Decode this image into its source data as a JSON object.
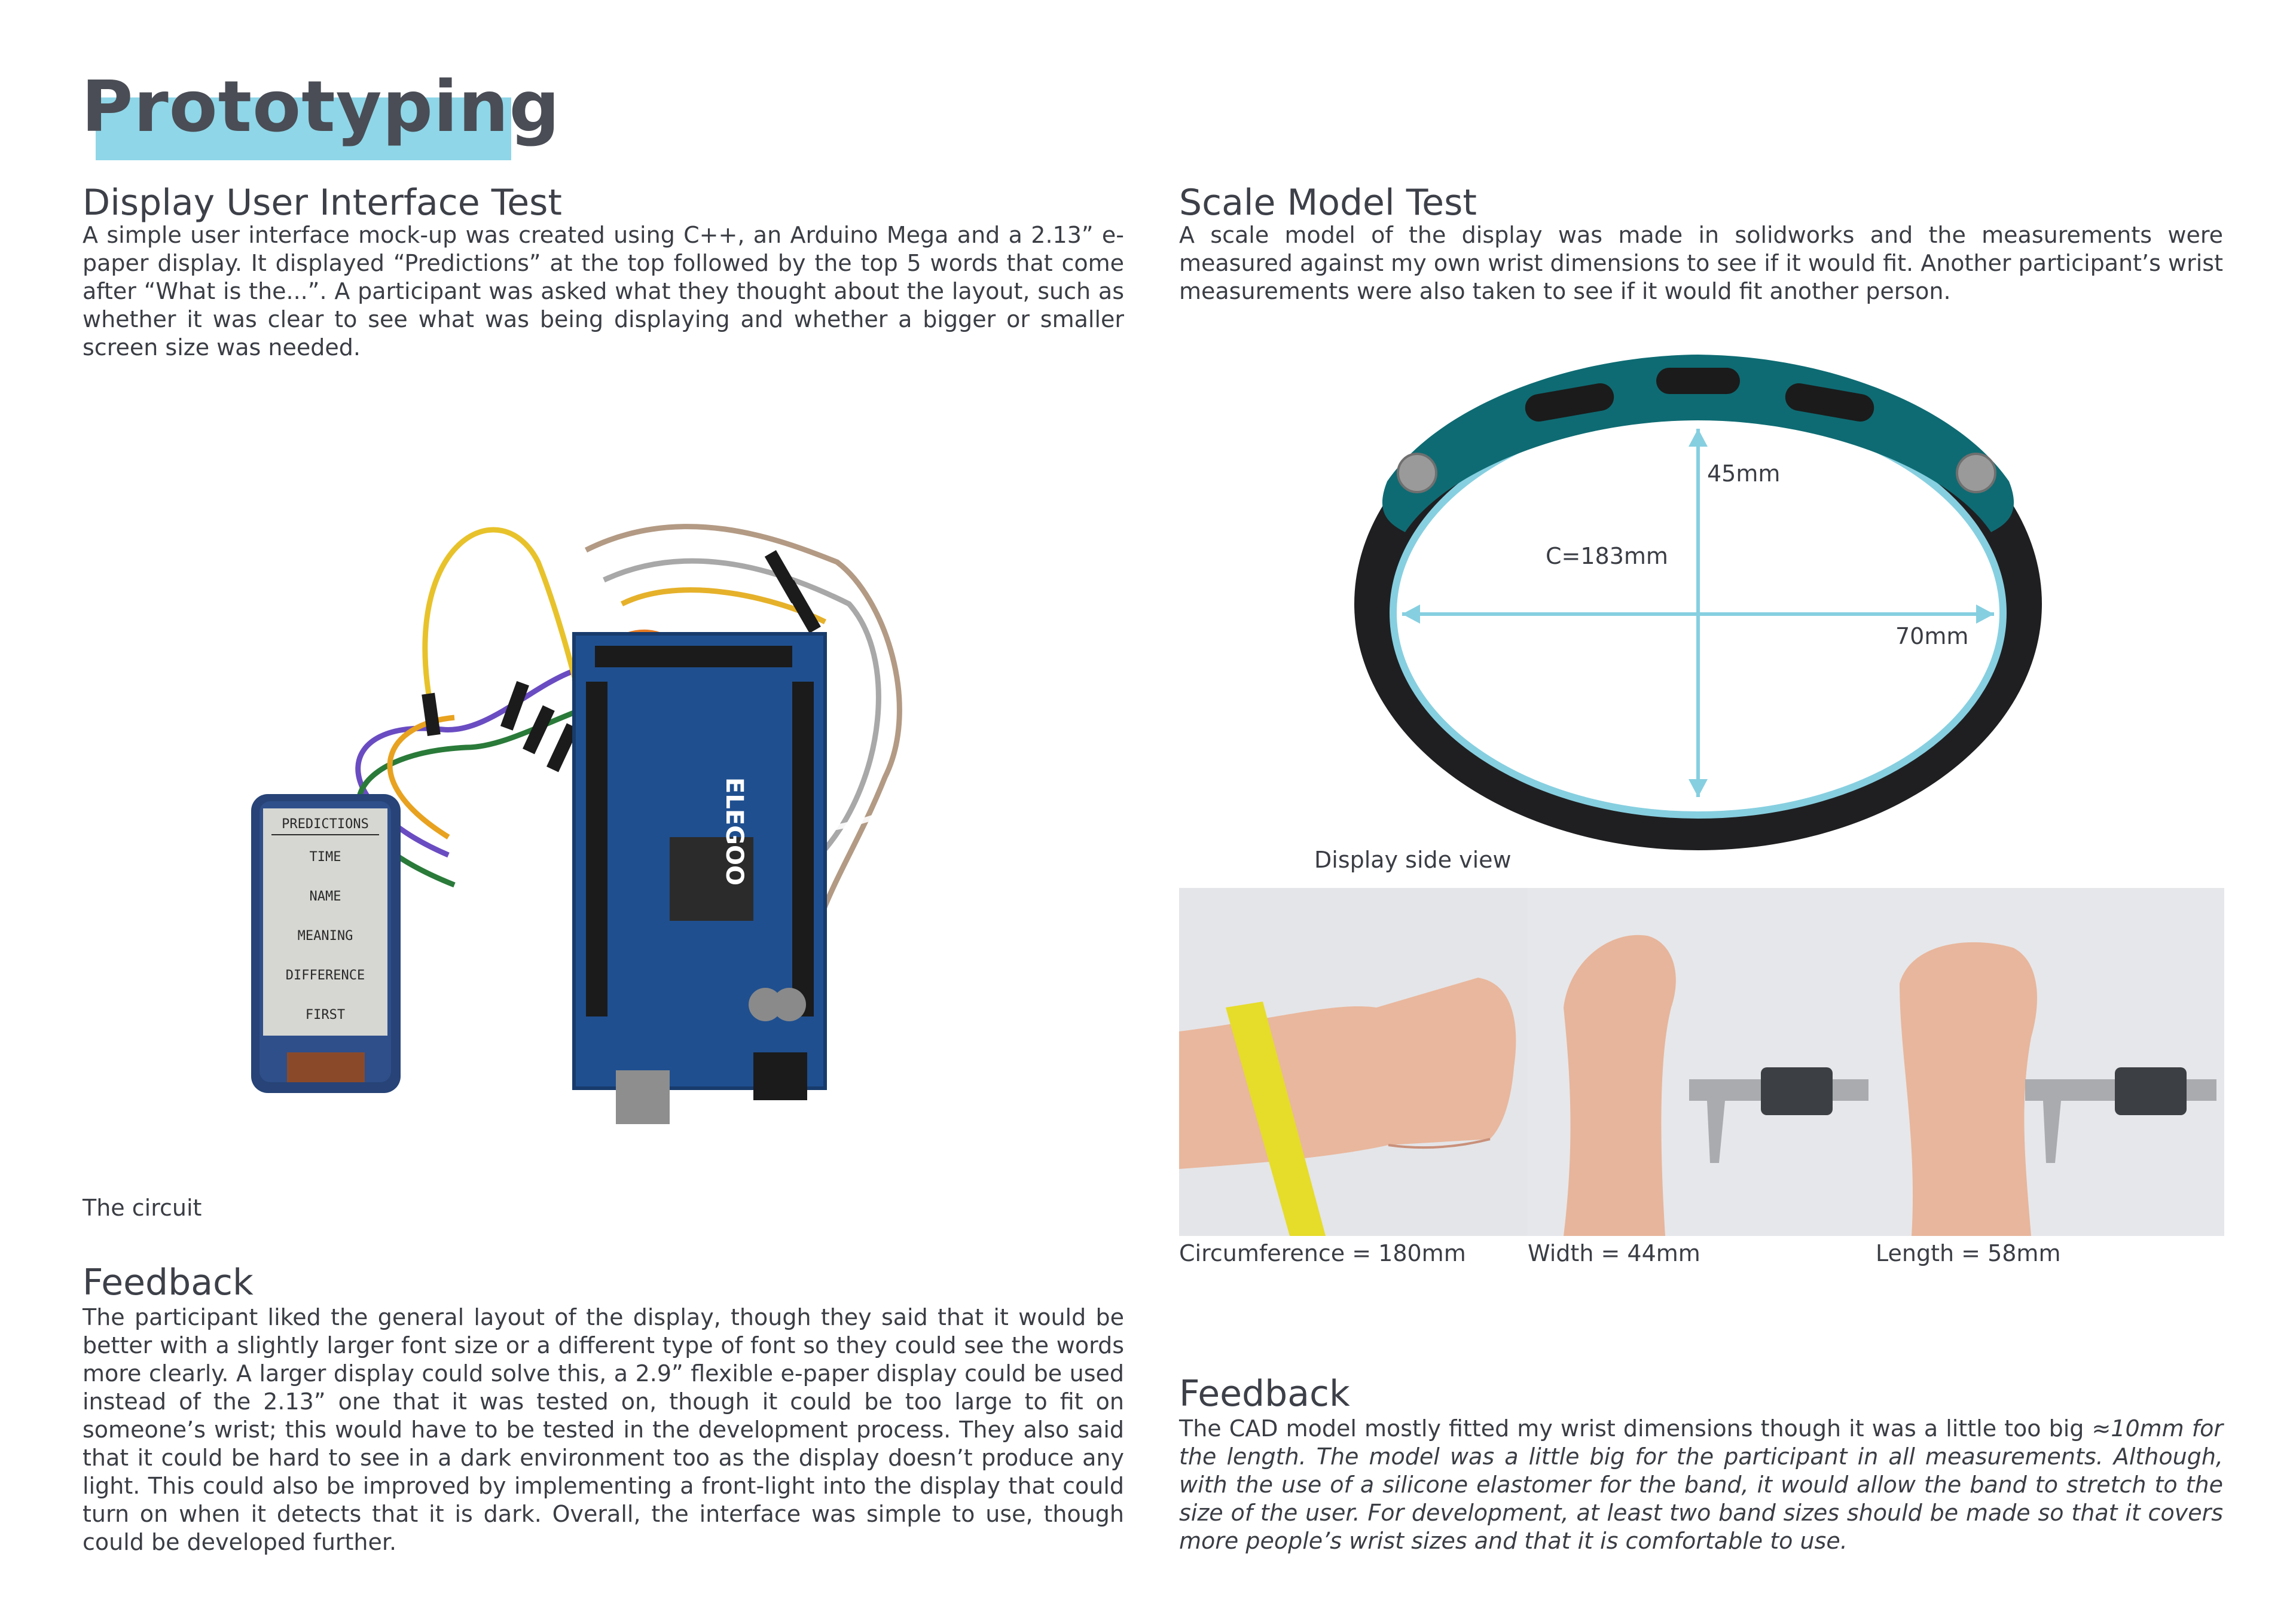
{
  "page_title": "Prototyping",
  "left": {
    "heading": "Display User Interface Test",
    "intro": "A simple user interface mock-up was created using C++, an Arduino Mega and a 2.13” e-paper display. It displayed “Predictions” at the top followed by the top 5 words that come after “What is the...”. A participant was asked what they thought about the layout, such as whether it was clear to see what was being displaying and whether a bigger or smaller screen size was needed.",
    "circuit_caption": "The circuit",
    "display_screen": {
      "header": "PREDICTIONS",
      "words": [
        "TIME",
        "NAME",
        "MEANING",
        "DIFFERENCE",
        "FIRST"
      ]
    },
    "board_label": "ELEGOO",
    "feedback_heading": "Feedback",
    "feedback_text": "The participant liked the general layout of the display, though they said that it would be better with a slightly larger font size or a different type of font so they could see the words more clearly. A larger display could solve this, a 2.9” flexible e-paper display could be used instead of the 2.13” one that it was tested on, though it could be too large to fit on someone’s wrist; this would have to be tested in the development process. They also said that it could be hard to see in a dark environment too as the display doesn’t produce any light. This could also be improved by implementing a front-light into the display that could turn on when it detects that it is dark. Overall, the interface was simple to use, though could be developed further."
  },
  "right": {
    "heading": "Scale Model Test",
    "intro": "A scale model of the display was made in solidworks and the measurements were measured against my own wrist dimensions to see if it would fit. Another participant’s wrist measurements were also taken to see if it would fit another person.",
    "diagram": {
      "height_label": "45mm",
      "circumference_label": "C=183mm",
      "width_label": "70mm",
      "caption": "Display side view"
    },
    "photo_captions": [
      "Circumference = 180mm",
      "Width = 44mm",
      "Length = 58mm"
    ],
    "feedback_heading": "Feedback",
    "feedback_plain": "The CAD model mostly fitted my wrist dimensions though it was a little too big ",
    "feedback_italic": "≈10mm for the length. The model was a little big for the participant in all measurements. Although, with the use of a silicone elastomer for the band, it would allow the band to stretch to the size of the user. For development, at least two band sizes should be made so that it covers more people’s wrist sizes and that it is comfortable to use."
  },
  "colors": {
    "accent_bar": "#8fd6e8",
    "band_teal": "#0e6b73",
    "band_black": "#1f1f21",
    "measure_line": "#86cfe0",
    "board_blue": "#1f4f8f"
  },
  "icons": [
    "circuit-photo",
    "scale-model-diagram",
    "wrist-tape-photo",
    "wrist-caliper-photo",
    "wrist-length-photo"
  ]
}
